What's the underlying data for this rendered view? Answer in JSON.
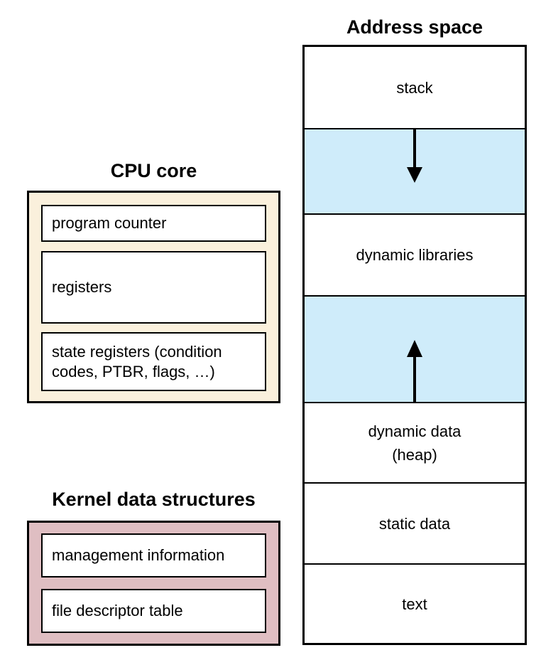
{
  "colors": {
    "blue_region": "#cfecfa",
    "cpu_box_fill": "#faf0dc",
    "kernel_box_fill": "#dfbec2",
    "border": "#000000",
    "background": "#ffffff"
  },
  "address_space": {
    "title": "Address space",
    "sections": [
      {
        "label": "stack",
        "type": "region"
      },
      {
        "label": "",
        "type": "growth-arrow-down"
      },
      {
        "label": "dynamic libraries",
        "type": "region"
      },
      {
        "label": "",
        "type": "growth-arrow-up"
      },
      {
        "label": "dynamic data\n(heap)",
        "type": "region"
      },
      {
        "label": "static data",
        "type": "region"
      },
      {
        "label": "text",
        "type": "region"
      }
    ]
  },
  "cpu_core": {
    "title": "CPU core",
    "items": [
      "program counter",
      "registers",
      "state registers (condition\ncodes, PTBR, flags, …)"
    ]
  },
  "kernel": {
    "title": "Kernel data structures",
    "items": [
      "management information",
      "file descriptor table"
    ]
  }
}
